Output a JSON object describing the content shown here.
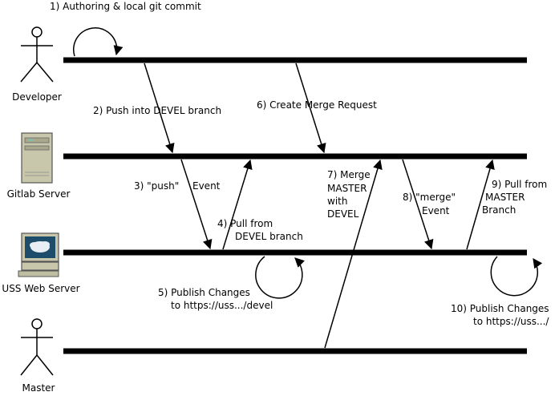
{
  "actors": {
    "developer": "Developer",
    "gitlab": "Gitlab Server",
    "webserver": "USS Web Server",
    "master": "Master"
  },
  "steps": {
    "s1": "1) Authoring & local git commit",
    "s2": "2) Push into  DEVEL branch",
    "s3a": "3) \"push\"",
    "s3b": "Event",
    "s4a": "4)  Pull from",
    "s4b": "DEVEL branch",
    "s5a": "5) Publish Changes",
    "s5b": "to https://uss.../devel",
    "s6": "6) Create  Merge Request",
    "s7a": "7) Merge",
    "s7b": "MASTER",
    "s7c": "with",
    "s7d": "DEVEL",
    "s8a": "8) \"merge\"",
    "s8b": "Event",
    "s9a": "9) Pull from",
    "s9b": "MASTER",
    "s9c": "Branch",
    "s10a": "10) Publish Changes",
    "s10b": "to https://uss.../"
  },
  "icons": {
    "developer": "stick-figure-icon",
    "gitlab": "server-tower-icon",
    "webserver": "computer-monitor-icon",
    "master": "stick-figure-icon"
  }
}
